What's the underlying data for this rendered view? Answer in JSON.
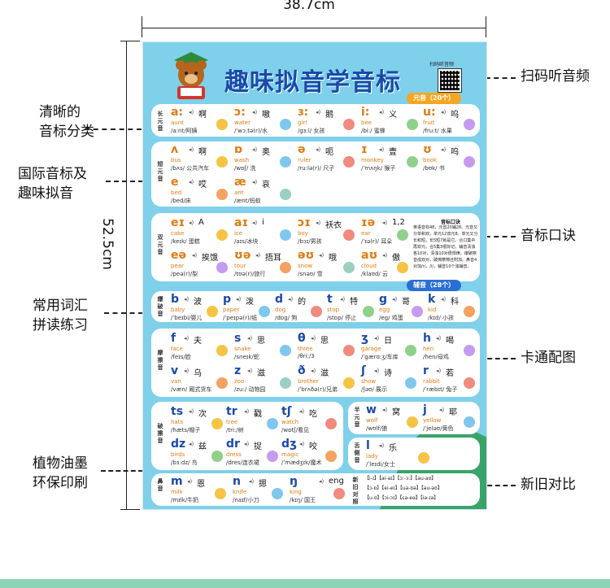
{
  "dimensions": {
    "width_label": "38.7cm",
    "height_label": "52.5cm"
  },
  "callouts_left": [
    "清晰的\n音标分类",
    "国际音标及\n趣味拟音",
    "常用词汇\n拼读练习",
    "植物油墨\n环保印刷"
  ],
  "callouts_right": [
    "扫码听音频",
    "音标口诀",
    "卡通配图",
    "新旧对比"
  ],
  "poster": {
    "title": "趣味拟音学音标",
    "qr_label": "扫码听音频",
    "vowel_badge": "元音（20个）",
    "consonant_badge": "辅音（28个）",
    "row_labels": {
      "long": "长元音",
      "short": "短元音",
      "diph": "双元音",
      "plosive": "爆破音",
      "fric": "摩擦音",
      "affric": "破擦音",
      "semi": "半元音",
      "lateral": "舌侧音",
      "nasal": "鼻音",
      "compare": "新旧对照"
    },
    "long_vowels": [
      {
        "sym": "a:",
        "cn": "啊",
        "word": "aunt",
        "ph": "/a:nt/阿姨"
      },
      {
        "sym": "ɔ:",
        "cn": "嗷",
        "word": "water",
        "ph": "/ˈwɔ:tə(r)/水"
      },
      {
        "sym": "ɜ:",
        "cn": "鹅",
        "word": "girl",
        "ph": "/gɜ:l/ 女孩"
      },
      {
        "sym": "i:",
        "cn": "义",
        "word": "bee",
        "ph": "/bi:/ 蜜蜂"
      },
      {
        "sym": "u:",
        "cn": "呜",
        "word": "fruit",
        "ph": "/fru:t/ 水果"
      }
    ],
    "short_vowels": [
      {
        "sym": "ʌ",
        "cn": "啊",
        "word": "bus",
        "ph": "/bʌs/ 公共汽车"
      },
      {
        "sym": "ɒ",
        "cn": "奥",
        "word": "wash",
        "ph": "/wɒʃ/ 洗"
      },
      {
        "sym": "ə",
        "cn": "呃",
        "word": "ruler",
        "ph": "/ru:lə(r)/ 尺子"
      },
      {
        "sym": "ɪ",
        "cn": "壹",
        "word": "monkey",
        "ph": "/ˈmʌŋk/ 猴子"
      },
      {
        "sym": "ʊ",
        "cn": "呜",
        "word": "book",
        "ph": "/bʊk/ 书"
      },
      {
        "sym": "e",
        "cn": "哎",
        "word": "bed",
        "ph": "/bed/床"
      },
      {
        "sym": "æ",
        "cn": "哀",
        "word": "ant",
        "ph": "/ænt/蚂蚁"
      }
    ],
    "diphthongs": [
      {
        "sym": "eɪ",
        "cn": "A",
        "word": "cake",
        "ph": "/keɪk/ 蛋糕"
      },
      {
        "sym": "aɪ",
        "cn": "i",
        "word": "ice",
        "ph": "/aɪs/冰块"
      },
      {
        "sym": "ɔɪ",
        "cn": "袄衣",
        "word": "boy",
        "ph": "/bɔɪ/男孩"
      },
      {
        "sym": "ɪə",
        "cn": "1,2",
        "word": "ear",
        "ph": "/ˈɪə(r)/ 耳朵"
      },
      {
        "sym": "eə",
        "cn": "挨饿",
        "word": "pear",
        "ph": "/peə(r)/梨"
      },
      {
        "sym": "ʊə",
        "cn": "捂耳",
        "word": "tour",
        "ph": "/tʊə(r)/旅行"
      },
      {
        "sym": "əʊ",
        "cn": "哦",
        "word": "snow",
        "ph": "/snəʊ/ 雪"
      },
      {
        "sym": "aʊ",
        "cn": "傲",
        "word": "cloud",
        "ph": "/klaʊd/ 云"
      }
    ],
    "rhyme_title": "音标口诀",
    "rhyme_text": "英语音标48，元音20辅28。元音又分单和双，单元12双元8。单元又分长和短，长5短7就是它。合口集中再双元，合5集3很好记。辅音清浊各10对，清浊10对很规律。爆破擦音成双对，破擦摩擦还附加。鼻音4对加/r/，/l/，辅音10个浊辅音。",
    "plosives": [
      {
        "sym": "b",
        "cn": "波",
        "word": "baby",
        "ph": "/ˈbeɪbi/婴儿"
      },
      {
        "sym": "p",
        "cn": "泼",
        "word": "paper",
        "ph": "/ˈpeɪpə(r)/纸"
      },
      {
        "sym": "d",
        "cn": "的",
        "word": "dog",
        "ph": "/dɒg/ 狗"
      },
      {
        "sym": "t",
        "cn": "特",
        "word": "stop",
        "ph": "/stɒp/ 停止"
      },
      {
        "sym": "g",
        "cn": "哥",
        "word": "egg",
        "ph": "/eg/ 鸡蛋"
      },
      {
        "sym": "k",
        "cn": "科",
        "word": "kid",
        "ph": "/kɪd/ 小孩"
      }
    ],
    "fricatives": [
      {
        "sym": "f",
        "cn": "夫",
        "word": "face",
        "ph": "/feɪs/脸"
      },
      {
        "sym": "s",
        "cn": "思",
        "word": "snake",
        "ph": "/sneɪk/蛇"
      },
      {
        "sym": "θ",
        "cn": "思",
        "word": "three",
        "ph": "/θri:/3"
      },
      {
        "sym": "ʒ",
        "cn": "日",
        "word": "garage",
        "ph": "/ˈgærɑ:ʒ/车库"
      },
      {
        "sym": "h",
        "cn": "喝",
        "word": "hen",
        "ph": "/hen/母鸡"
      },
      {
        "sym": "v",
        "cn": "乌",
        "word": "van",
        "ph": "/væn/ 厢式货车"
      },
      {
        "sym": "z",
        "cn": "滋",
        "word": "zoo",
        "ph": "/zu:/ 动物园"
      },
      {
        "sym": "ð",
        "cn": "滋",
        "word": "brother",
        "ph": "/ˈbrʌðə(r)/兄弟"
      },
      {
        "sym": "ʃ",
        "cn": "诗",
        "word": "show",
        "ph": "/ʃəʊ/ 展示"
      },
      {
        "sym": "r",
        "cn": "若",
        "word": "rabbit",
        "ph": "/ˈræbɪt/ 兔子"
      }
    ],
    "affricates": [
      {
        "sym": "ts",
        "cn": "次",
        "word": "hats",
        "ph": "/hæts/帽子"
      },
      {
        "sym": "tr",
        "cn": "戳",
        "word": "tree",
        "ph": "/tri:/树"
      },
      {
        "sym": "tʃ",
        "cn": "吃",
        "word": "watch",
        "ph": "/wɒtʃ/看见"
      },
      {
        "sym": "dz",
        "cn": "兹",
        "word": "birds",
        "ph": "/bɜ:dz/ 鸟"
      },
      {
        "sym": "dr",
        "cn": "捉",
        "word": "dress",
        "ph": "/dres/连衣裙"
      },
      {
        "sym": "dʒ",
        "cn": "咬",
        "word": "magic",
        "ph": "/ˈmædʒɪk/魔术"
      }
    ],
    "semivowels": [
      {
        "sym": "w",
        "cn": "窝",
        "word": "wolf",
        "ph": "/wʊlf/狼"
      },
      {
        "sym": "j",
        "cn": "耶",
        "word": "yellow",
        "ph": "/ˈjeləʊ/黄色"
      }
    ],
    "lateral": [
      {
        "sym": "l",
        "cn": "乐",
        "word": "lady",
        "ph": "/ˈleɪdi/女士"
      }
    ],
    "nasals": [
      {
        "sym": "m",
        "cn": "恩",
        "word": "milk",
        "ph": "/mɪlk/牛奶"
      },
      {
        "sym": "n",
        "cn": "摁",
        "word": "knife",
        "ph": "/naɪf/小刀"
      },
      {
        "sym": "ŋ",
        "cn": "eng",
        "word": "king",
        "ph": "/kɪŋ/ 国王"
      }
    ],
    "compare_rows": [
      "【i-ɪ】【ai-aɪ】【ɔ:-ɔ:】【au-aʊ】",
      "【ɔ-ɒ】【ei-eɪ】【uə-ʊə】【əu-əʊ】",
      "【u-ʊ】【ɔi-ɔɪ】【ɛə-eə】【iə-ɪə】"
    ]
  },
  "colors": {
    "accent_orange": "#e07b12",
    "title_blue": "#1a4aa8",
    "poster_bg": "#7fd0ea"
  }
}
